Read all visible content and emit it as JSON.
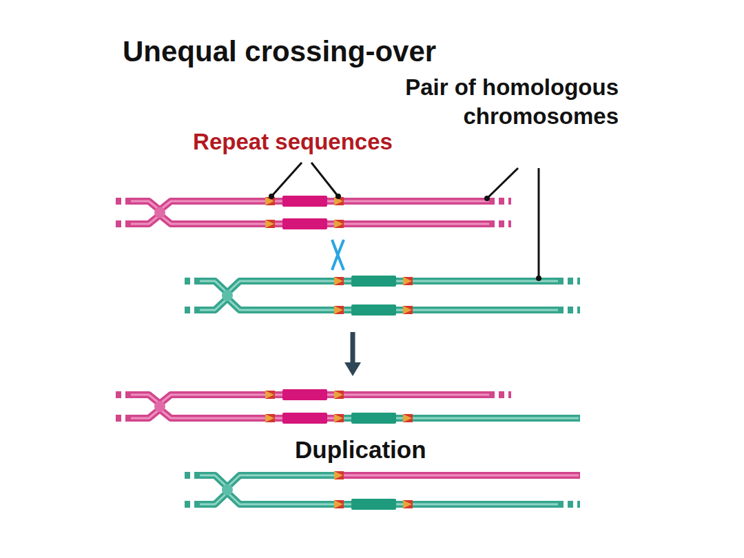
{
  "diagram": {
    "title": "Unequal crossing-over",
    "labels": [
      "Repeat sequences",
      "Pair of homologous chromosomes",
      "Duplication"
    ]
  }
}
